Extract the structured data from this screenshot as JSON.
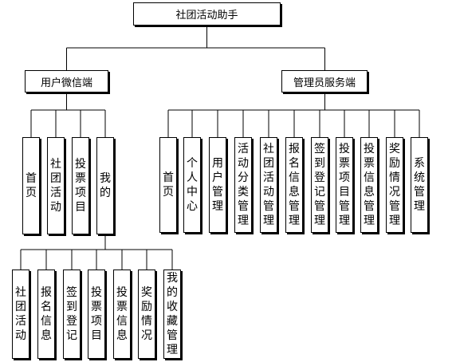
{
  "root": "社团活动助手",
  "branches": [
    {
      "title": "用户微信端",
      "children": [
        {
          "label": "首页"
        },
        {
          "label": "社团活动"
        },
        {
          "label": "投票项目"
        },
        {
          "label": "我的",
          "children": [
            "社团活动",
            "报名信息",
            "签到登记",
            "投票项目",
            "投票信息",
            "奖励情况",
            "我的收藏管理"
          ]
        }
      ]
    },
    {
      "title": "管理员服务端",
      "children": [
        {
          "label": "首页"
        },
        {
          "label": "个人中心"
        },
        {
          "label": "用户管理"
        },
        {
          "label": "活动分类管理"
        },
        {
          "label": "社团活动管理"
        },
        {
          "label": "报名信息管理"
        },
        {
          "label": "签到登记管理"
        },
        {
          "label": "投票项目管理"
        },
        {
          "label": "投票信息管理"
        },
        {
          "label": "奖励情况管理"
        },
        {
          "label": "系统管理"
        }
      ]
    }
  ]
}
